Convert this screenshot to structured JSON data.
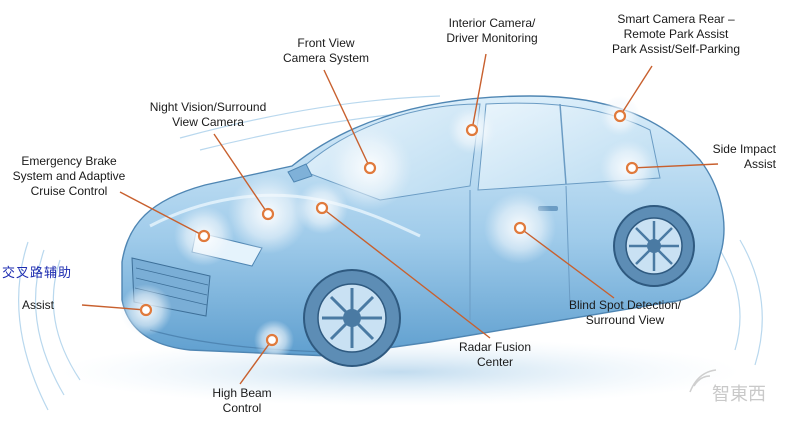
{
  "labels": {
    "front_view": "Front View\nCamera System",
    "interior_camera": "Interior Camera/\nDriver Monitoring",
    "smart_camera": "Smart Camera Rear –\nRemote Park Assist\nPark Assist/Self-Parking",
    "night_vision": "Night Vision/Surround\nView Camera",
    "emergency_brake": "Emergency Brake\nSystem and Adaptive\nCruise Control",
    "side_impact": "Side Impact\nAssist",
    "cross_traffic": "交叉路辅助",
    "assist": "Assist",
    "blind_spot": "Blind Spot Detection/\nSurround View",
    "radar_fusion": "Radar Fusion\nCenter",
    "high_beam": "High Beam\nControl"
  },
  "watermark": {
    "logo_text": "智東西"
  },
  "colors": {
    "leader_line": "#c8602e",
    "dot": "#e07a3c",
    "car_body": "#a9d2ec",
    "car_outline": "#4f86b3",
    "cjk_text": "#1c2bb0"
  }
}
